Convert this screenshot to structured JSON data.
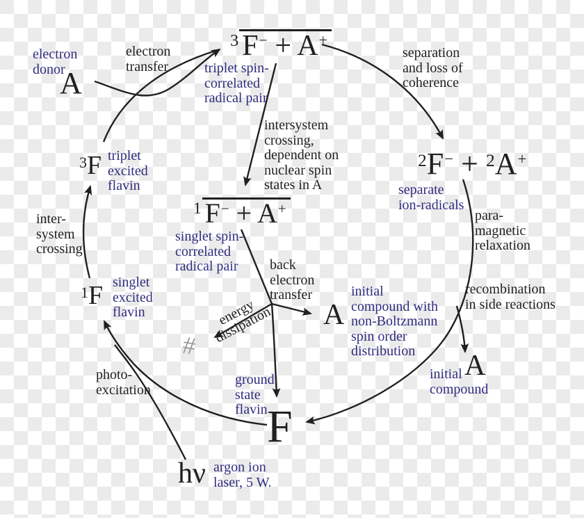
{
  "colors": {
    "species_blue": "#322c7f",
    "ink_black": "#221f1f",
    "heat_gray": "#9a9a9a",
    "checker_gray": "#ebebeb"
  },
  "species": {
    "donor": {
      "symbol": "A",
      "label": "electron\ndonor"
    },
    "triplet_radical_pair": {
      "multiplicity": "3",
      "f": "F",
      "f_charge": "−",
      "plus": " + ",
      "a": "A",
      "a_charge": "+",
      "label": "triplet spin-\ncorrelated\nradical pair"
    },
    "singlet_radical_pair": {
      "multiplicity": "1",
      "f": "F",
      "f_charge": "−",
      "plus": " + ",
      "a": "A",
      "a_charge": "+",
      "label": "singlet spin-\ncorrelated\nradical pair"
    },
    "separated_ion_radicals": {
      "f_mult": "2",
      "f": "F",
      "f_charge": "−",
      "plus": " + ",
      "a_mult": "2",
      "a": "A",
      "a_charge": "+",
      "label": "separate\nion-radicals"
    },
    "triplet_flavin": {
      "multiplicity": "3",
      "symbol": "F",
      "label": "triplet\nexcited\nflavin"
    },
    "singlet_flavin": {
      "multiplicity": "1",
      "symbol": "F",
      "label": "singlet\nexcited\nflavin"
    },
    "ground_flavin": {
      "symbol": "F",
      "label": "ground\nstate\nflavin"
    },
    "product_polarized": {
      "symbol": "A",
      "label": "initial\ncompound with\nnon-Boltzmann\nspin order\ndistribution"
    },
    "product_side": {
      "symbol": "A",
      "label": "initial\ncompound"
    },
    "photon": {
      "symbol": "hν",
      "label": "argon ion\nlaser, 5 W."
    },
    "heat": {
      "symbol": "#"
    }
  },
  "processes": {
    "electron_transfer": "electron\ntransfer",
    "separation": "separation\nand loss of\ncoherence",
    "intersystem_crossing_nuclear": "intersystem\ncrossing,\ndependent on\nnuclear spin\nstates in A",
    "paramagnetic_relaxation": "para-\nmagnetic\nrelaxation",
    "recombination": "recombination\nin side reactions",
    "back_electron_transfer": "back\nelectron\ntransfer",
    "energy_dissipation": "energy\ndissipation",
    "photoexcitation": "photo-\nexcitation",
    "intersystem_crossing": "inter-\nsystem\ncrossing"
  }
}
